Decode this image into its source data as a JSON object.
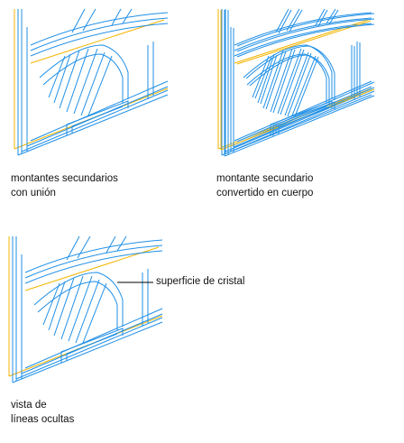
{
  "figures": [
    {
      "id": "unido",
      "caption_lines": [
        "montantes secundarios",
        "con unión"
      ]
    },
    {
      "id": "cuerpo",
      "caption_lines": [
        "montante secundario",
        "convertido en cuerpo"
      ]
    },
    {
      "id": "ocultas",
      "caption_lines": [
        "vista de",
        "líneas ocultas"
      ]
    }
  ],
  "callout": {
    "label": "superficie de cristal"
  },
  "colors": {
    "wire": "#1f8fe6",
    "frame": "#f2b400",
    "leader": "#000000"
  }
}
